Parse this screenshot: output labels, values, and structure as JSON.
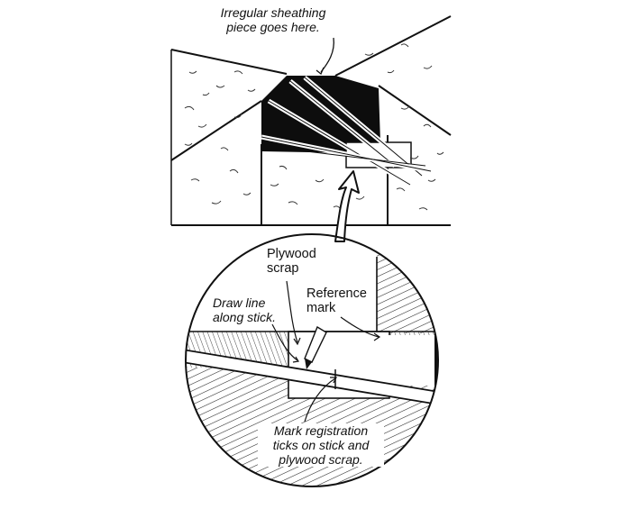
{
  "labels": {
    "top_note_line1": "Irregular sheathing",
    "top_note_line2": "piece goes here.",
    "plywood_line1": "Plywood",
    "plywood_line2": "scrap",
    "draw_line1": "Draw line",
    "draw_line2": "along stick.",
    "reference_line1": "Reference",
    "reference_line2": "mark",
    "mark_line1": "Mark registration",
    "mark_line2": "ticks on stick and",
    "mark_line3": "plywood scrap."
  },
  "colors": {
    "ink": "#111111",
    "paper": "#ffffff"
  }
}
